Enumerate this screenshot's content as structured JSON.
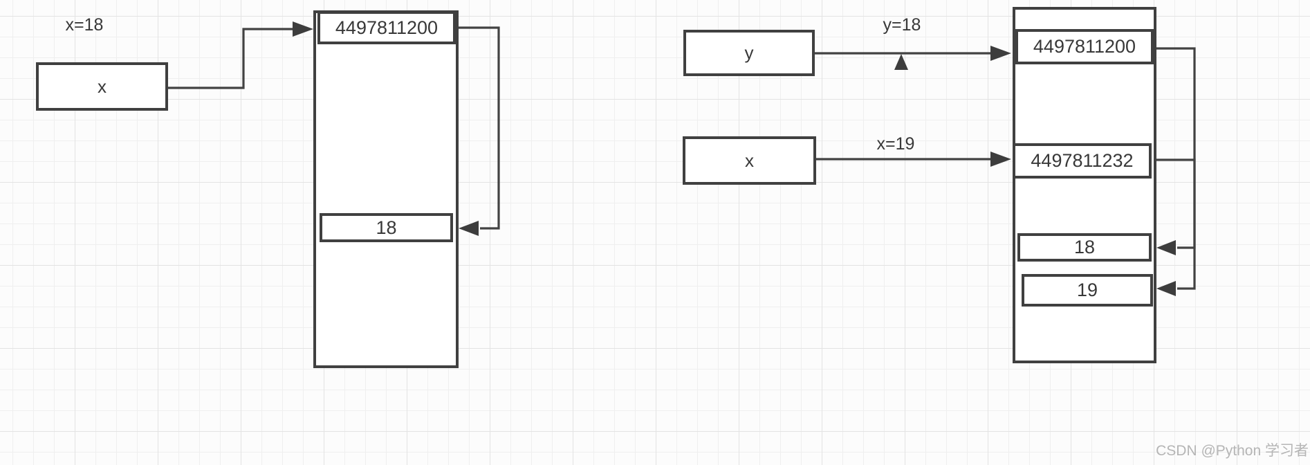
{
  "watermark": "CSDN @Python 学习者",
  "left_diagram": {
    "assignment_label": "x=18",
    "variable_name": "x",
    "address": "4497811200",
    "value": "18"
  },
  "right_diagram": {
    "y_assignment_label": "y=18",
    "y_variable_name": "y",
    "x_assignment_label": "x=19",
    "x_variable_name": "x",
    "address_1": "4497811200",
    "address_2": "4497811232",
    "value_1": "18",
    "value_2": "19"
  }
}
